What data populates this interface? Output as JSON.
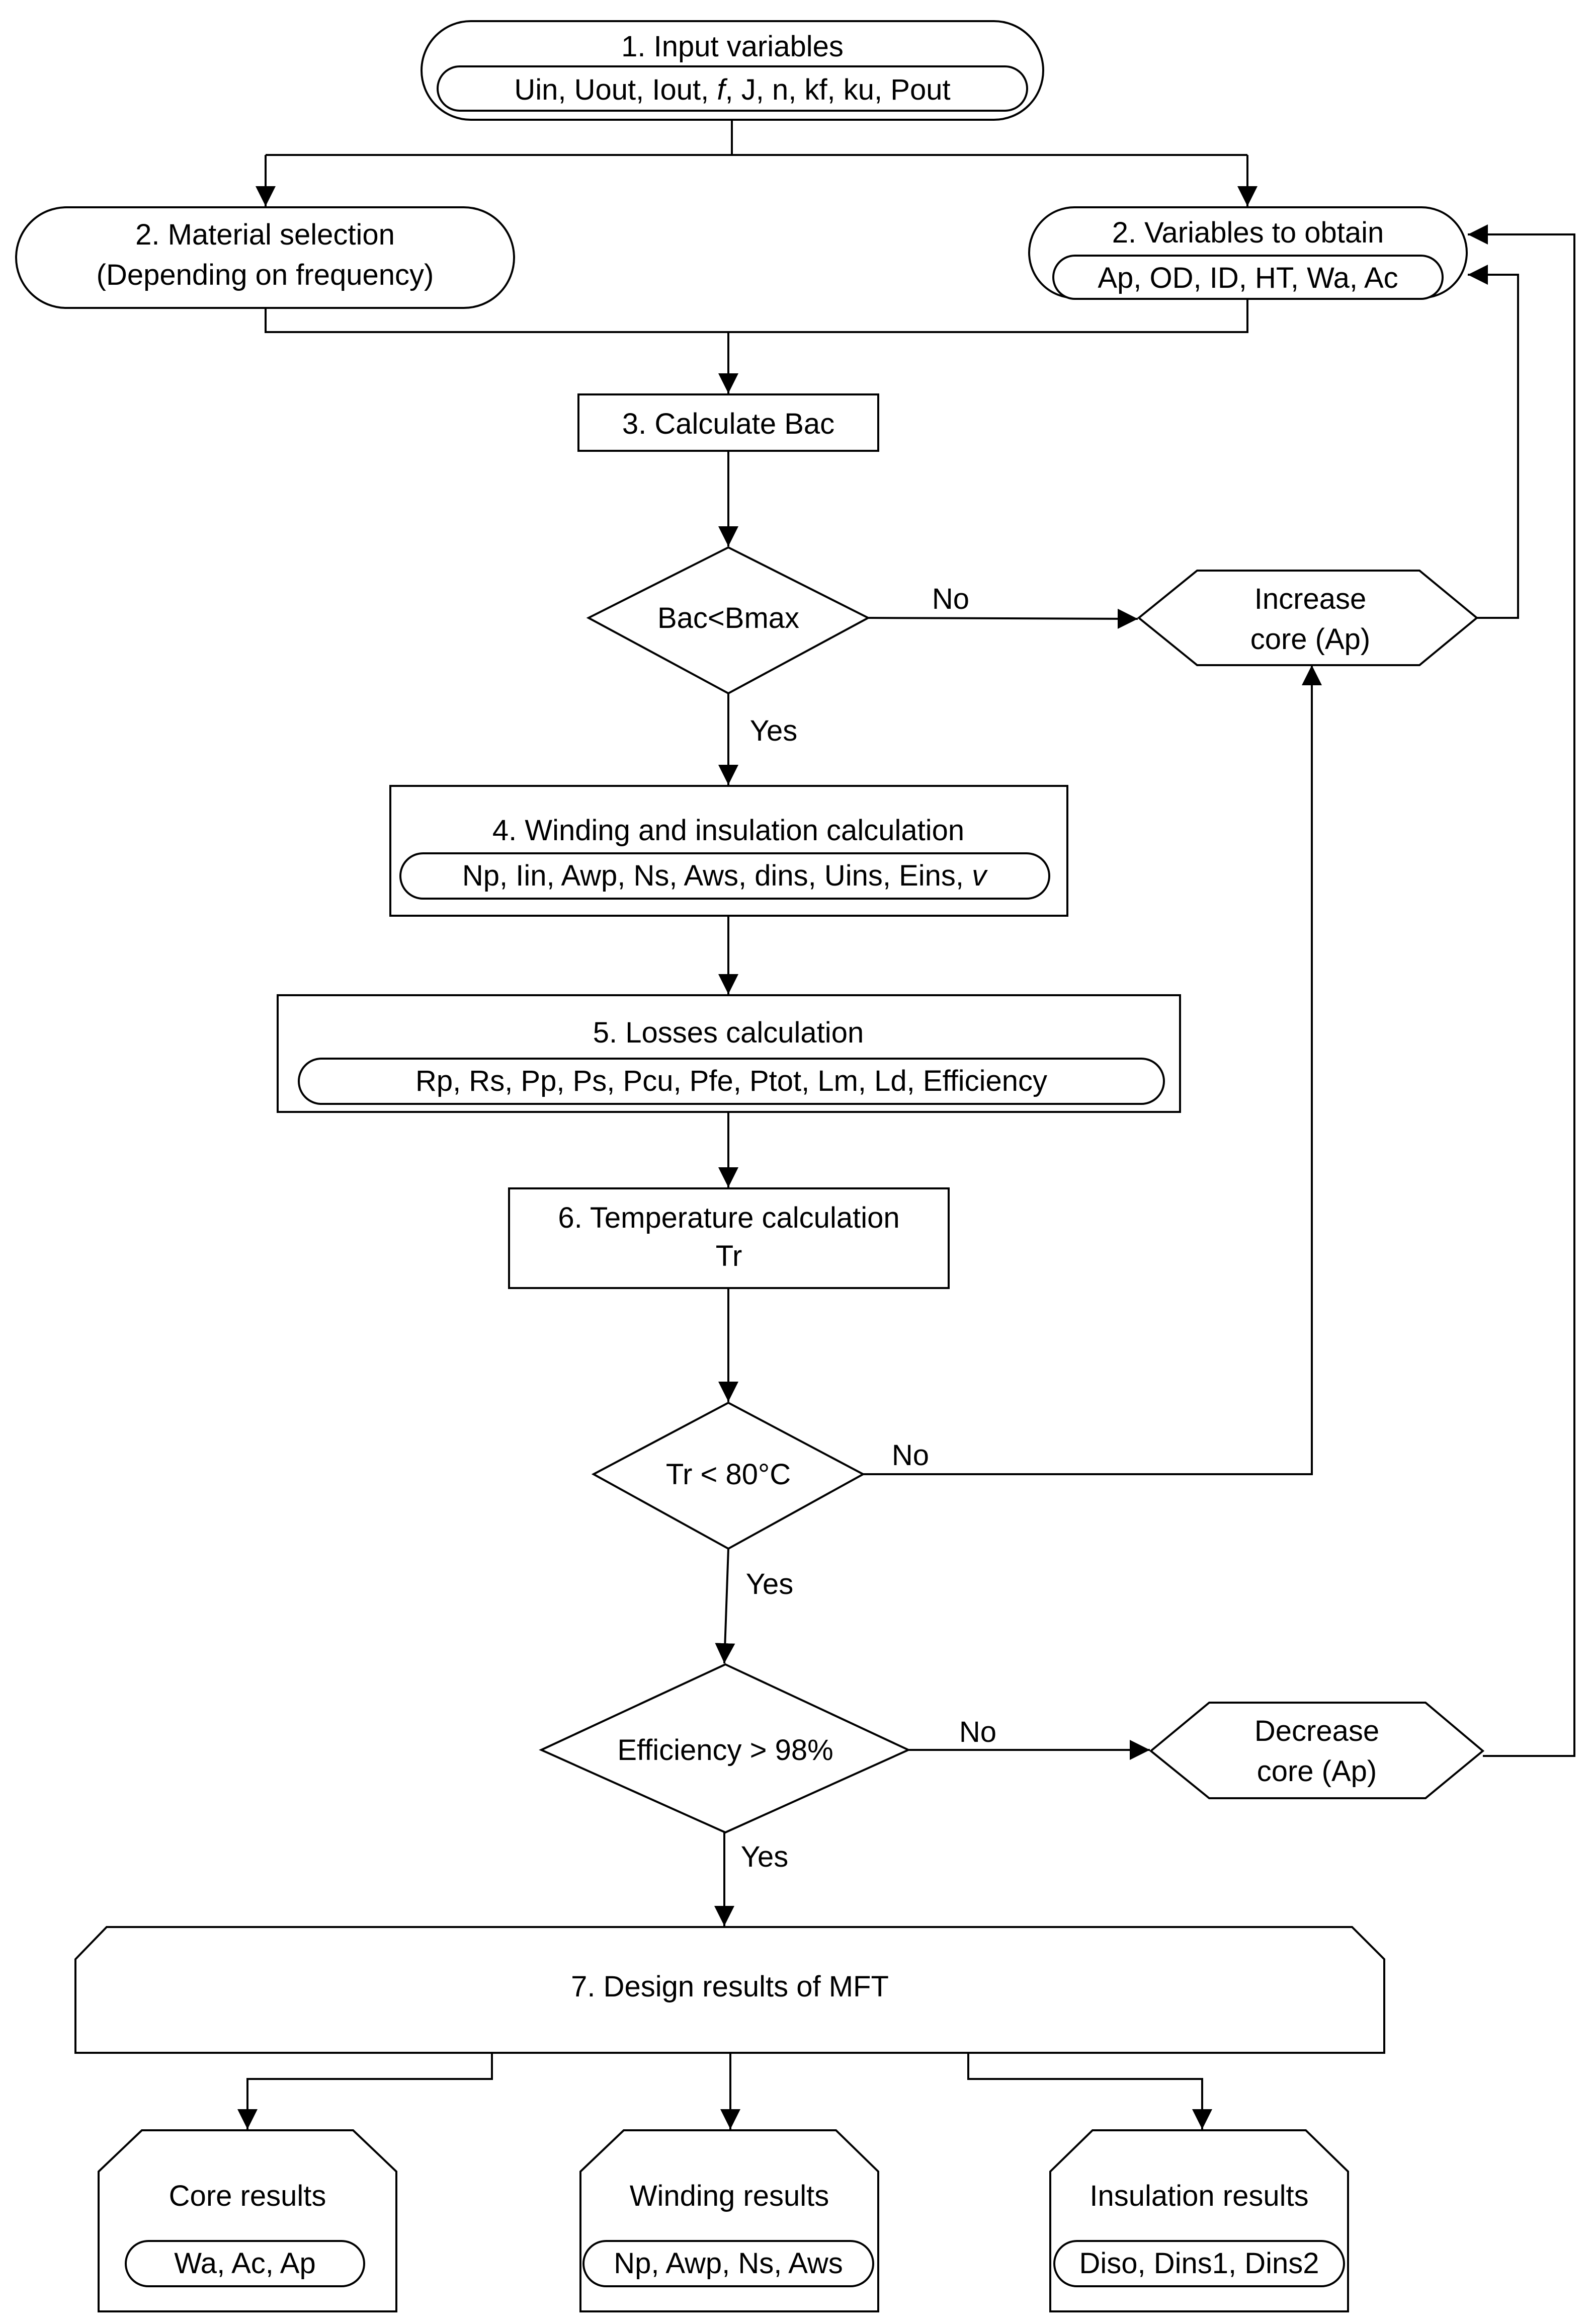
{
  "nodes": {
    "input": {
      "title": "1. Input variables",
      "vars_before_f": "Uin, Uout, Iout, ",
      "vars_f": "f",
      "vars_after_f": ", J, n, kf, ku, Pout"
    },
    "material": {
      "line1": "2. Material selection",
      "line2": "(Depending on frequency)"
    },
    "obtain": {
      "title": "2. Variables to obtain",
      "vars": "Ap, OD, ID, HT, Wa, Ac"
    },
    "bac": {
      "label": "3. Calculate Bac"
    },
    "bac_check": {
      "label": "Bac<Bmax"
    },
    "increase": {
      "line1": "Increase",
      "line2": "core (Ap)"
    },
    "winding": {
      "title": "4. Winding and insulation calculation",
      "vars_before_v": "Np, Iin, Awp, Ns, Aws, dins, Uins, Eins, ",
      "vars_v": "v"
    },
    "losses": {
      "title": "5. Losses calculation",
      "vars": "Rp, Rs, Pp, Ps, Pcu, Pfe, Ptot, Lm, Ld, Efficiency"
    },
    "temperature": {
      "line1": "6. Temperature calculation",
      "line2": "Tr"
    },
    "temp_check": {
      "label": "Tr < 80°C"
    },
    "eff_check": {
      "label": "Efficiency > 98%"
    },
    "decrease": {
      "line1": "Decrease",
      "line2": "core (Ap)"
    },
    "results": {
      "label": "7. Design results of MFT"
    },
    "core": {
      "title": "Core results",
      "vars": "Wa, Ac, Ap"
    },
    "winding_res": {
      "title": "Winding results",
      "vars": "Np, Awp, Ns, Aws"
    },
    "insulation": {
      "title": "Insulation results",
      "vars": "Diso, Dins1, Dins2"
    }
  },
  "edges": {
    "bac_no": "No",
    "bac_yes": "Yes",
    "temp_no": "No",
    "temp_yes": "Yes",
    "eff_no": "No",
    "eff_yes": "Yes"
  }
}
